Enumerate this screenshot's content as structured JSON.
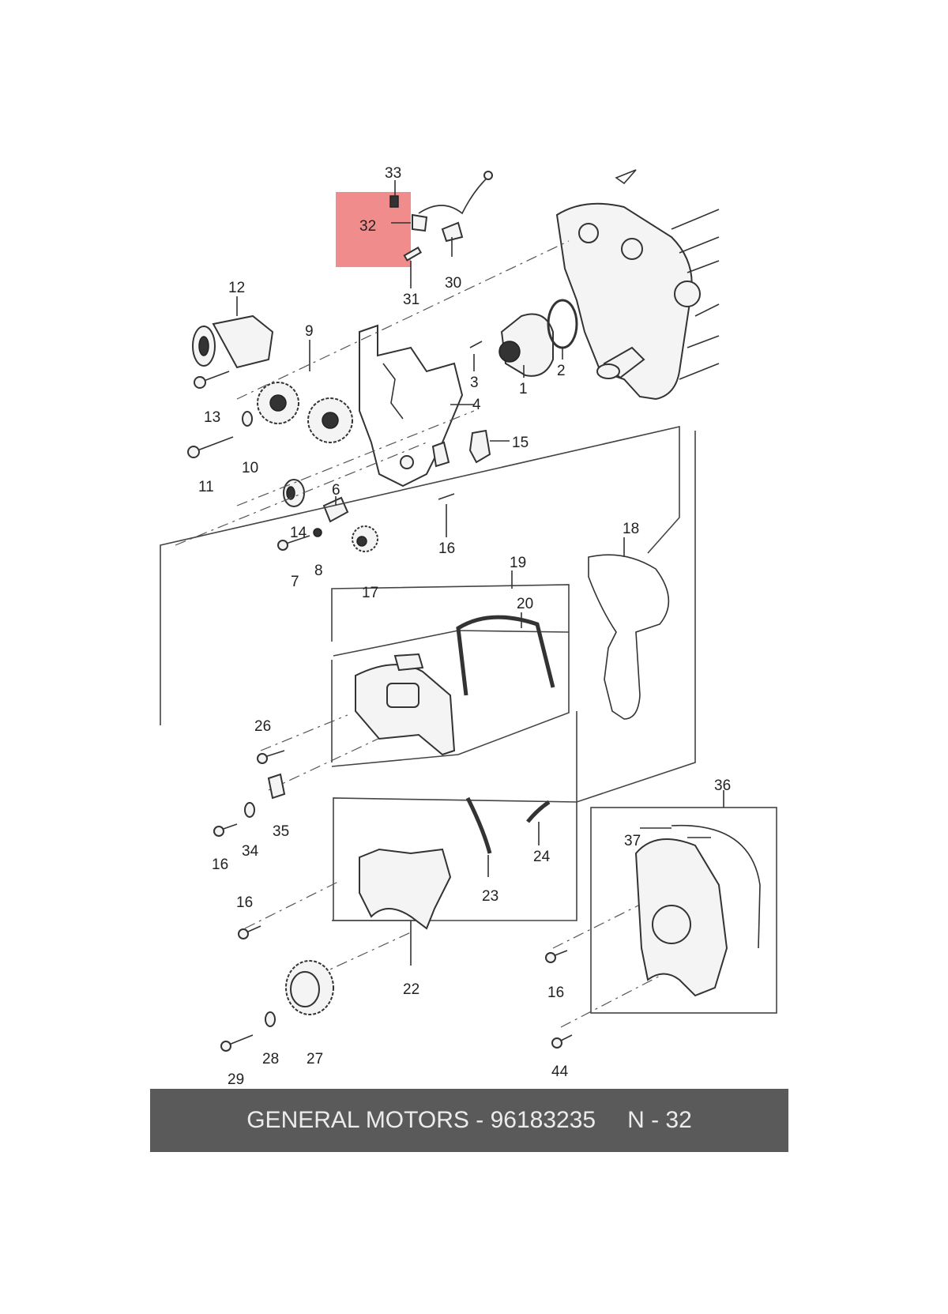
{
  "highlight": {
    "label": "32",
    "color": "#f08080"
  },
  "labels": {
    "l1": "1",
    "l2": "2",
    "l3": "3",
    "l4": "4",
    "l6": "6",
    "l7": "7",
    "l8": "8",
    "l9": "9",
    "l10": "10",
    "l11": "11",
    "l12": "12",
    "l13": "13",
    "l14": "14",
    "l15": "15",
    "l16a": "16",
    "l16b": "16",
    "l16c": "16",
    "l16d": "16",
    "l17": "17",
    "l18": "18",
    "l19": "19",
    "l20": "20",
    "l22": "22",
    "l23": "23",
    "l24": "24",
    "l26": "26",
    "l27": "27",
    "l28": "28",
    "l29": "29",
    "l30": "30",
    "l31": "31",
    "l33": "33",
    "l34": "34",
    "l35": "35",
    "l36": "36",
    "l37": "37",
    "l44": "44"
  },
  "caption": {
    "part_text": "GENERAL MOTORS - 96183235",
    "page_ref": "N - 32",
    "bar_color": "#5a5a5a"
  }
}
